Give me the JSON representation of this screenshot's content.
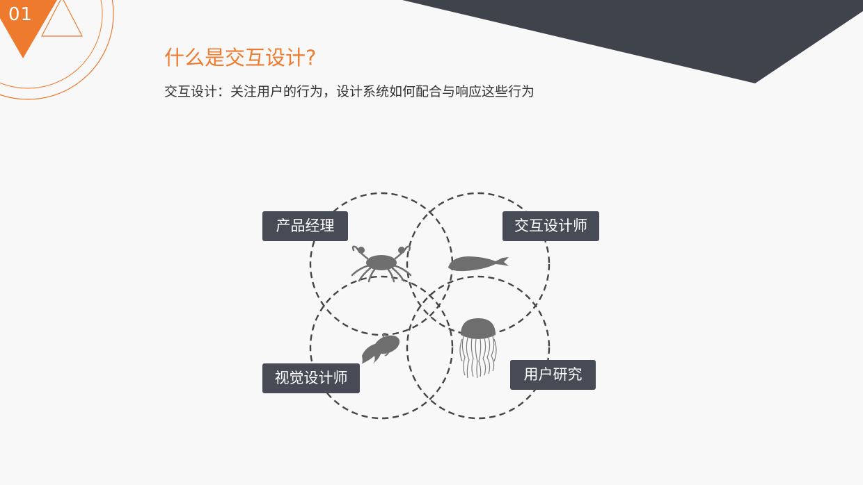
{
  "slide": {
    "number": "01",
    "title": "什么是交互设计?",
    "subtitle": "交互设计：关注用户的行为，设计系统如何配合与响应这些行为"
  },
  "colors": {
    "accent": "#ee7a2e",
    "dark": "#3f434c",
    "label_bg": "#474b55",
    "background": "#f8f8f8",
    "circle_stroke": "#444444",
    "animal_fill": "#6e6e6e"
  },
  "diagram": {
    "roles": [
      {
        "label": "产品经理",
        "icon": "crab-icon"
      },
      {
        "label": "交互设计师",
        "icon": "whale-icon"
      },
      {
        "label": "视觉设计师",
        "icon": "goldfish-icon"
      },
      {
        "label": "用户研究",
        "icon": "jellyfish-icon"
      }
    ]
  }
}
